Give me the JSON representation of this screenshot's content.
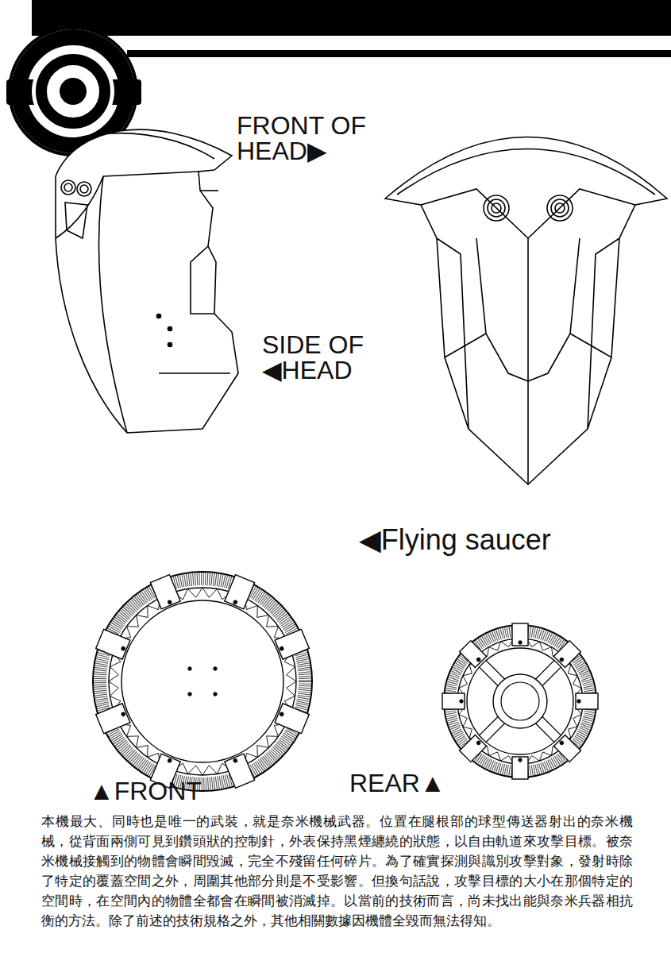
{
  "diagram": {
    "caption": "本機最大、同時也是唯一的武裝，就是奈米機械武器。位置在腿根部的球型傳送器射出的奈米機械，從背面兩側可見到鑽頭狀的控制針，外表保持黑煙纏繞的狀態，以自由軌道來攻擊目標。被奈米機械接觸到的物體會瞬間毀滅，完全不殘留任何碎片。為了確實探測與識別攻擊對象，發射時除了特定的覆蓋空間之外，周圍其他部分則是不受影響。但換句話說，攻擊目標的大小在那個特定的空間時，在空間內的物體全都會在瞬間被消滅掉。以當前的技術而言，尚未找出能與奈米兵器相抗衡的方法。除了前述的技術規格之外，其他相關數據因機體全毀而無法得知。",
    "labels": [
      "FRONT OF HEAD▶",
      "SIDE OF ◀HEAD",
      "◀Flying saucer",
      "▲FRONT",
      "REAR▲"
    ]
  }
}
